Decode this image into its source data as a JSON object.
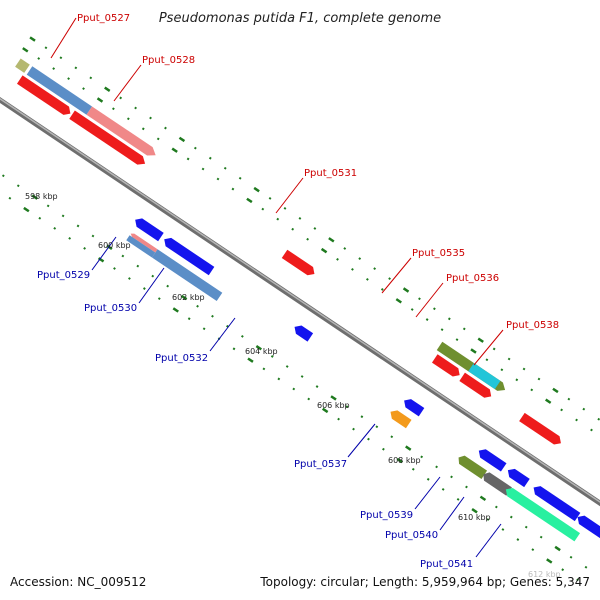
{
  "title": "Pseudomonas putida F1, complete genome",
  "footer": {
    "accession": "Accession: NC_009512",
    "topology": "Topology: circular; Length: 5,959,964 bp; Genes: 5,347"
  },
  "watermark": "612 kbp",
  "colors": {
    "forward_label": "#cc0000",
    "reverse_label": "#0000aa",
    "backbone": "#888888",
    "tick": "#1f7a1f"
  },
  "kbp_labels": [
    {
      "text": "598 kbp",
      "pos": 598
    },
    {
      "text": "600 kbp",
      "pos": 600
    },
    {
      "text": "602 kbp",
      "pos": 602
    },
    {
      "text": "604 kbp",
      "pos": 604
    },
    {
      "text": "606 kbp",
      "pos": 606
    },
    {
      "text": "608 kbp",
      "pos": 608
    },
    {
      "text": "610 kbp",
      "pos": 610
    }
  ],
  "genes": [
    {
      "name": "Pput_0527",
      "strand": "+",
      "start": 596.4,
      "end": 597.1
    },
    {
      "name": "Pput_0528",
      "strand": "+",
      "start": 597.2,
      "end": 597.9
    },
    {
      "name": "Pput_0531",
      "strand": "+",
      "start": 603.1,
      "end": 603.5
    },
    {
      "name": "Pput_0535",
      "strand": "+",
      "start": 606.3,
      "end": 607.1
    },
    {
      "name": "Pput_0536",
      "strand": "+",
      "start": 607.0,
      "end": 607.4
    },
    {
      "name": "Pput_0538",
      "strand": "+",
      "start": 608.6,
      "end": 609.2
    },
    {
      "name": "Pput_0529",
      "strand": "-",
      "start": 599.6,
      "end": 600.3
    },
    {
      "name": "Pput_0530",
      "strand": "-",
      "start": 600.3,
      "end": 601.3
    },
    {
      "name": "Pput_0532",
      "strand": "-",
      "start": 603.5,
      "end": 603.8
    },
    {
      "name": "Pput_0537",
      "strand": "-",
      "start": 607.2,
      "end": 607.5
    },
    {
      "name": "Pput_0539",
      "strand": "-",
      "start": 608.5,
      "end": 608.9
    },
    {
      "name": "Pput_0540",
      "strand": "-",
      "start": 609.0,
      "end": 609.3
    },
    {
      "name": "Pput_0541",
      "strand": "-",
      "start": 609.3,
      "end": 610.6
    }
  ]
}
